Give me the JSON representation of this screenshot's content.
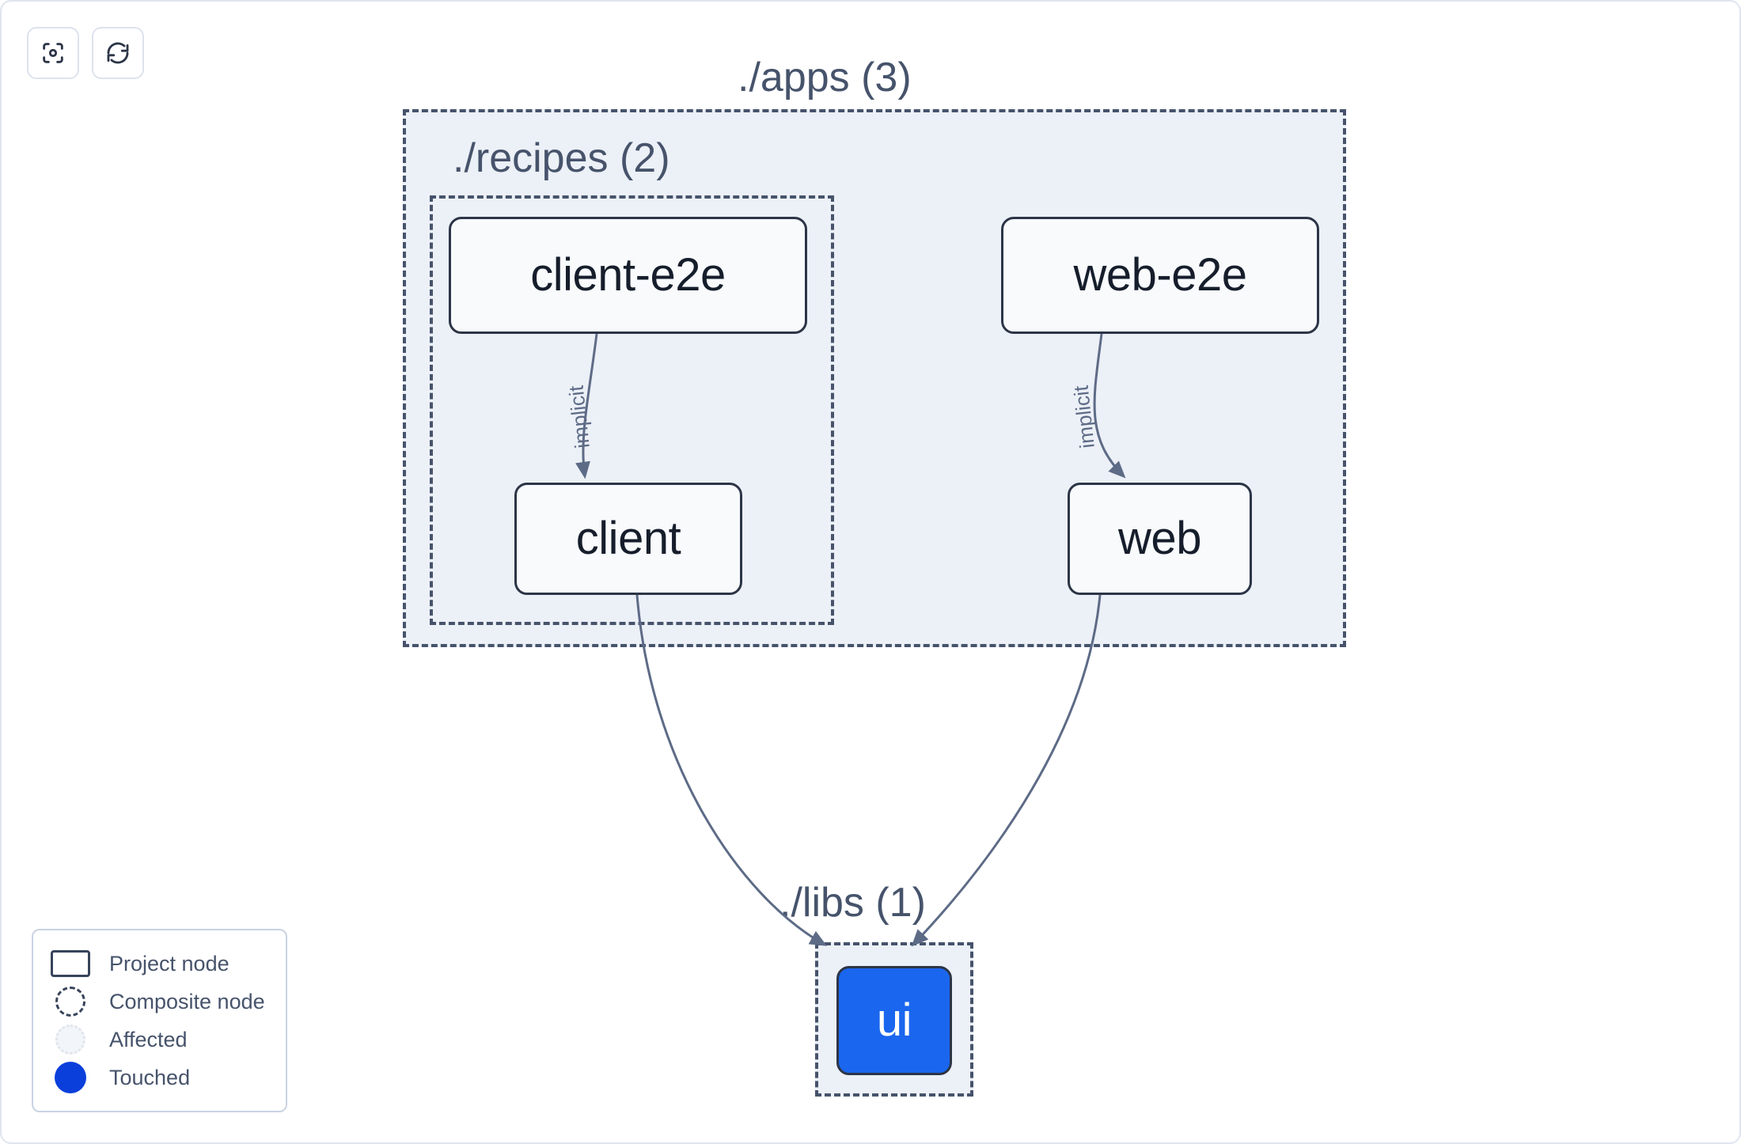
{
  "toolbar": {
    "buttons": [
      {
        "name": "focus-icon",
        "title": "Focus graph"
      },
      {
        "name": "refresh-icon",
        "title": "Refresh graph"
      }
    ]
  },
  "graph": {
    "groups": [
      {
        "id": "apps",
        "label": "./apps (3)",
        "count": 3
      },
      {
        "id": "recipes",
        "label": "./recipes (2)",
        "count": 2
      },
      {
        "id": "libs",
        "label": "./libs (1)",
        "count": 1
      }
    ],
    "nodes": [
      {
        "id": "client-e2e",
        "label": "client-e2e",
        "state": "project"
      },
      {
        "id": "web-e2e",
        "label": "web-e2e",
        "state": "project"
      },
      {
        "id": "client",
        "label": "client",
        "state": "project"
      },
      {
        "id": "web",
        "label": "web",
        "state": "project"
      },
      {
        "id": "ui",
        "label": "ui",
        "state": "touched"
      }
    ],
    "edges": [
      {
        "from": "client-e2e",
        "to": "client",
        "label": "implicit"
      },
      {
        "from": "web-e2e",
        "to": "web",
        "label": "implicit"
      },
      {
        "from": "client",
        "to": "ui",
        "label": ""
      },
      {
        "from": "web",
        "to": "ui",
        "label": ""
      }
    ]
  },
  "legend": {
    "items": [
      {
        "swatch": "project",
        "label": "Project node"
      },
      {
        "swatch": "composite",
        "label": "Composite node"
      },
      {
        "swatch": "affected",
        "label": "Affected"
      },
      {
        "swatch": "touched",
        "label": "Touched"
      }
    ]
  },
  "colors": {
    "touched": "#0b3fdb",
    "node_touched_fill": "#1a66ee",
    "group_fill": "#ecf0f7",
    "group_border": "#46536b",
    "node_border": "#2c3547",
    "edge": "#5d6b86",
    "page_border": "#dfe5ef"
  }
}
